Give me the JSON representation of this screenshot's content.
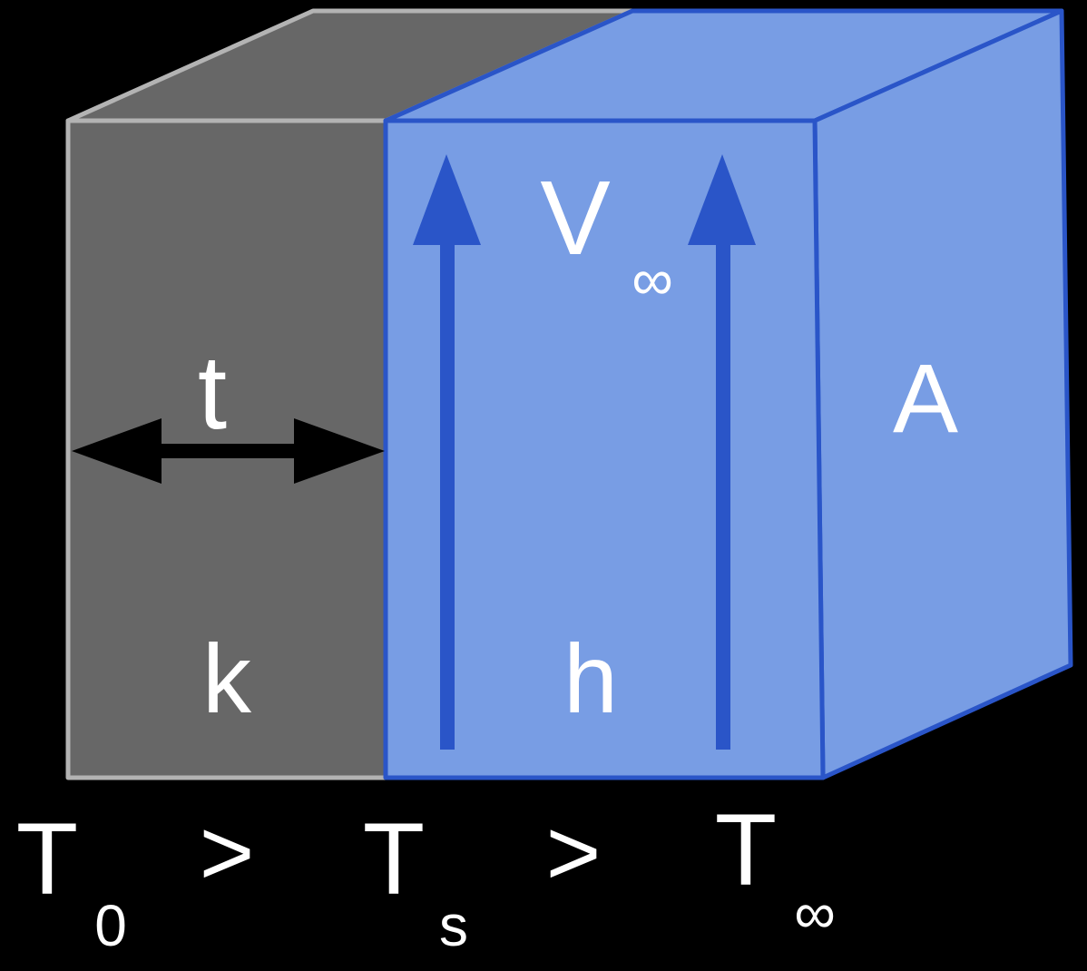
{
  "colors": {
    "background": "#000000",
    "wall_fill": "#676767",
    "wall_stroke": "#b3b3b3",
    "fluid_fill": "#789de4",
    "fluid_stroke": "#2a55c8",
    "flow_arrow": "#2a55c8",
    "thickness_arrow": "#000000",
    "text": "#ffffff"
  },
  "labels": {
    "thickness": "t",
    "conductivity": "k",
    "convection_coeff": "h",
    "area": "A",
    "velocity": "V",
    "velocity_sub": "∞"
  },
  "temperatures": [
    {
      "symbol": "T",
      "sub": "0"
    },
    {
      "symbol": "T",
      "sub": "s"
    },
    {
      "symbol": "T",
      "sub": "∞"
    }
  ],
  "comparator": ">",
  "icons": {
    "flow_arrow": "up-arrow-icon",
    "thickness_arrow": "double-headed-arrow-icon"
  }
}
